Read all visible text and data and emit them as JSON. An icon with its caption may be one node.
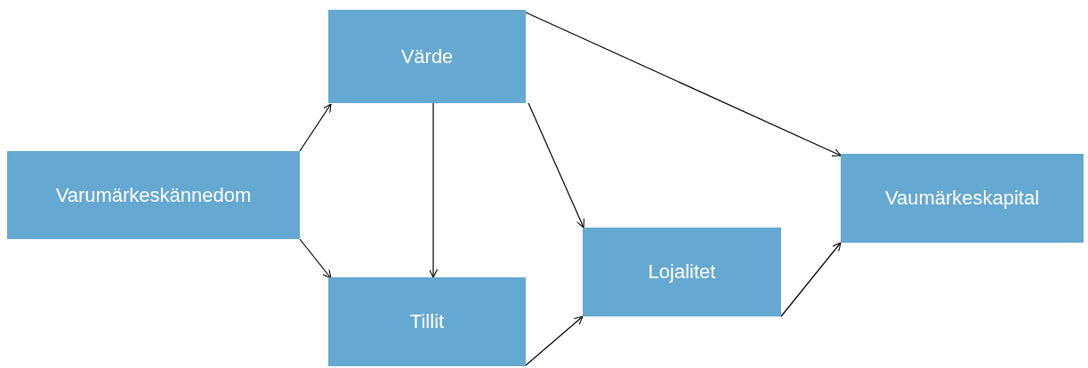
{
  "diagram": {
    "nodes": [
      {
        "text": [
          "Varumärkeskännedom"
        ]
      },
      {
        "text": [
          "Värde"
        ]
      },
      {
        "text": [
          "Tillit"
        ]
      },
      {
        "text": [
          "Lojalitet"
        ]
      },
      {
        "text": [
          "Vaumärkeskapital"
        ]
      }
    ],
    "edges": [
      {
        "from": 0,
        "to": 1,
        "arrow": "to"
      },
      {
        "from": 0,
        "to": 2,
        "arrow": "to"
      },
      {
        "from": 1,
        "to": 2,
        "arrow": "to"
      },
      {
        "from": 1,
        "to": 3,
        "arrow": "to"
      },
      {
        "from": 1,
        "to": 4,
        "arrow": "to"
      },
      {
        "from": 2,
        "to": 3,
        "arrow": "to"
      },
      {
        "from": 3,
        "to": 4,
        "arrow": "to"
      }
    ]
  }
}
